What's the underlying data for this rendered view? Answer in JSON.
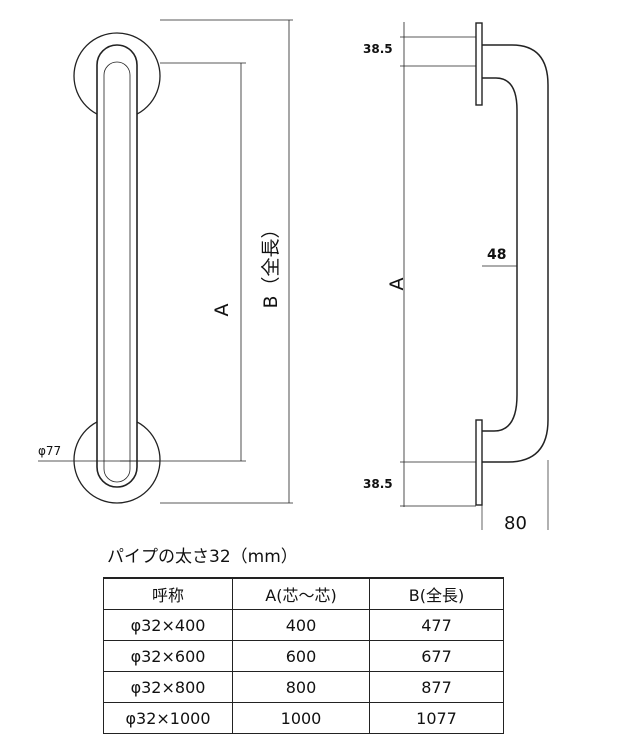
{
  "front_view": {
    "label_A": "A",
    "label_B": "B（全長）",
    "label_phi77": "φ77"
  },
  "side_view": {
    "label_top_offset": "38.5",
    "label_A": "A",
    "label_projection_mid": "48",
    "label_bottom_offset": "38.5",
    "label_total_projection": "80"
  },
  "caption": "パイプの太さ32（mm）",
  "table": {
    "headers": [
      "呼称",
      "A(芯～芯)",
      "B(全長)"
    ],
    "rows": [
      [
        "φ32×400",
        "400",
        "477"
      ],
      [
        "φ32×600",
        "600",
        "677"
      ],
      [
        "φ32×800",
        "800",
        "877"
      ],
      [
        "φ32×1000",
        "1000",
        "1077"
      ]
    ]
  }
}
